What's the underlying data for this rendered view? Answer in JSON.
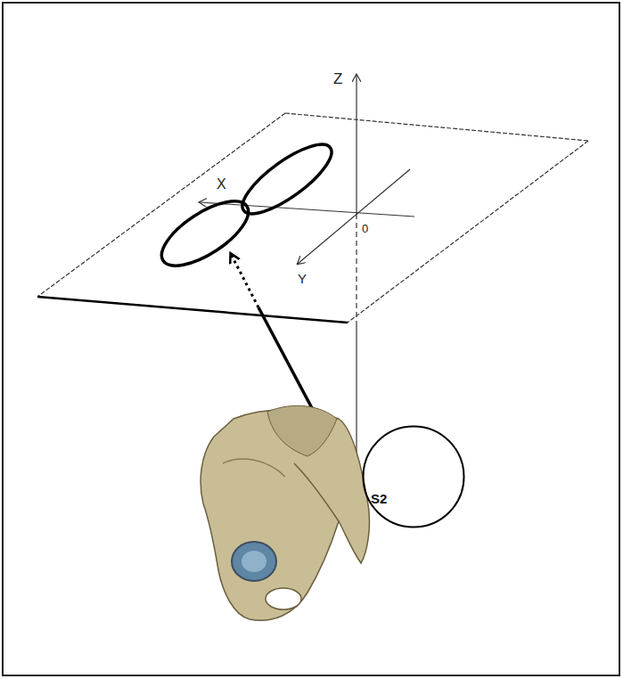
{
  "diagram": {
    "nodes": [
      {
        "text": [
          "S2"
        ]
      }
    ],
    "labels": [
      "Z",
      "X",
      "Y",
      "0"
    ]
  }
}
